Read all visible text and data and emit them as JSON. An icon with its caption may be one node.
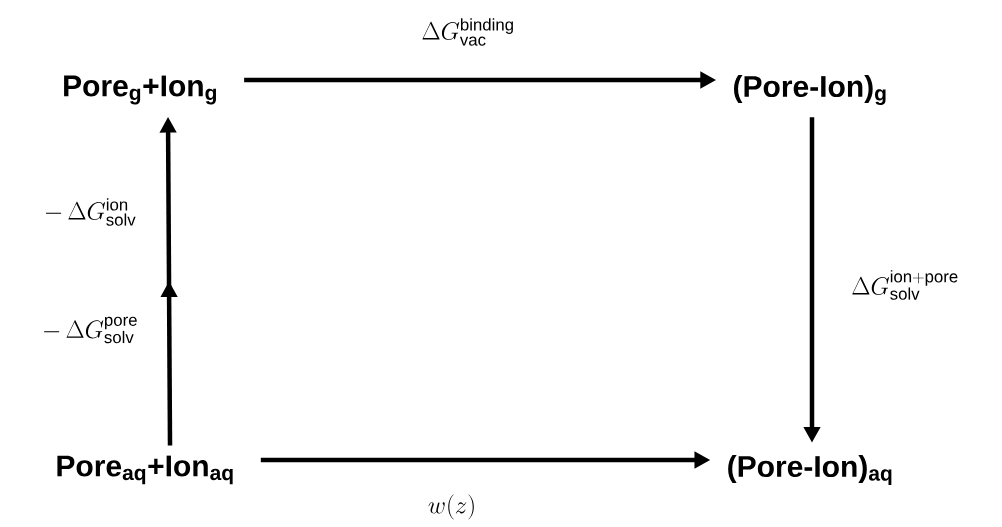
{
  "diagram": {
    "nodes": [
      {
        "text": [
          "Pore$_{g}$+Ion$_{g}$"
        ]
      },
      {
        "text": [
          "(Pore-Ion)$_{g}$"
        ]
      },
      {
        "text": [
          "Pore$_{aq}$+Ion$_{aq}$"
        ]
      },
      {
        "text": [
          "(Pore-Ion)$_{aq}$"
        ]
      }
    ],
    "edges": [
      {
        "from": 0,
        "to": 1,
        "arrow": "to",
        "label": "\\Delta G^{\\mathrm{binding}}_{\\mathrm{vac}}"
      },
      {
        "from": 1,
        "to": 3,
        "arrow": "to",
        "label": "\\Delta G^{\\mathrm{ion+pore}}_{\\mathrm{solv}}"
      },
      {
        "from": 2,
        "to": 0,
        "arrow": "to",
        "label": "-\\,\\Delta G^{\\mathrm{pore}}_{\\mathrm{solv}}"
      },
      {
        "from": 2,
        "to": 3,
        "arrow": "to",
        "label": "w(z)"
      }
    ],
    "labels": [
      "-\\,\\Delta G^{\\mathrm{ion}}_{\\mathrm{solv}}"
    ]
  }
}
